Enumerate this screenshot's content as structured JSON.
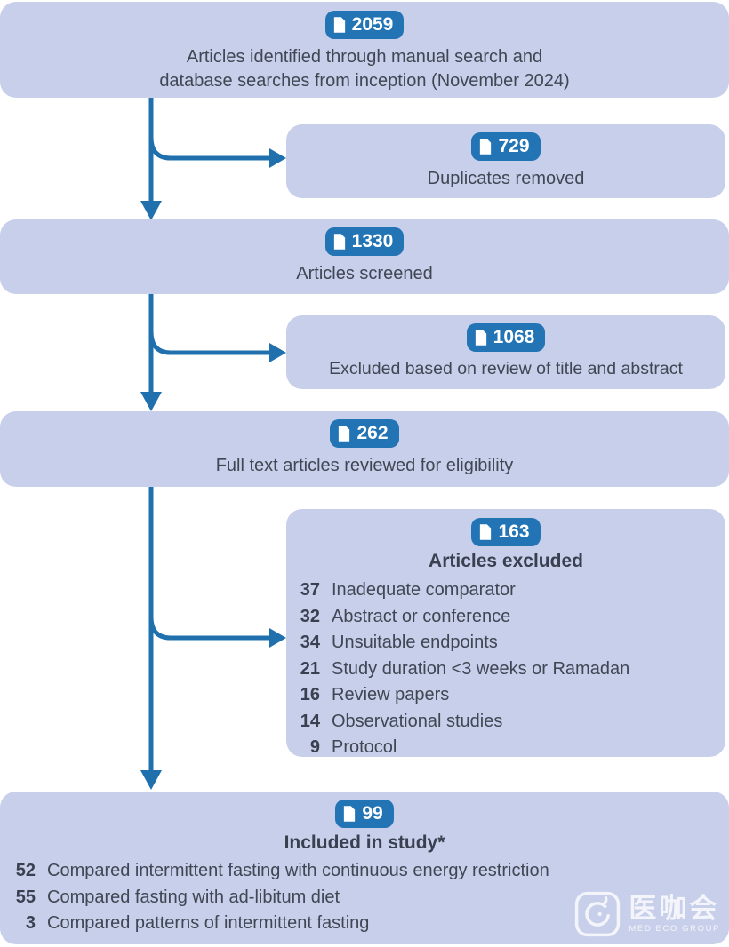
{
  "colors": {
    "box_background": "#c8cfea",
    "badge_background": "#2274b5",
    "arrow": "#1f70ad",
    "body_text": "#3f4754",
    "badge_text": "#ffffff"
  },
  "boxes": {
    "identified": {
      "count": "2059",
      "line1": "Articles identified through manual search and",
      "line2": "database searches from inception (November 2024)"
    },
    "duplicates": {
      "count": "729",
      "line1": "Duplicates removed"
    },
    "screened": {
      "count": "1330",
      "line1": "Articles screened"
    },
    "excluded_title_abstract": {
      "count": "1068",
      "line1": "Excluded based on review of title and abstract"
    },
    "fulltext": {
      "count": "262",
      "line1": "Full text articles reviewed for eligibility"
    },
    "articles_excluded": {
      "count": "163",
      "title": "Articles excluded",
      "items": [
        {
          "n": "37",
          "label": "Inadequate comparator"
        },
        {
          "n": "32",
          "label": "Abstract or conference"
        },
        {
          "n": "34",
          "label": "Unsuitable endpoints"
        },
        {
          "n": "21",
          "label": "Study duration <3 weeks or Ramadan"
        },
        {
          "n": "16",
          "label": "Review papers"
        },
        {
          "n": "14",
          "label": "Observational studies"
        },
        {
          "n": "9",
          "label": "Protocol"
        }
      ]
    },
    "included": {
      "count": "99",
      "title": "Included in study*",
      "items": [
        {
          "n": "52",
          "label": "Compared intermittent fasting with continuous energy restriction"
        },
        {
          "n": "55",
          "label": "Compared fasting with ad-libitum diet"
        },
        {
          "n": "3",
          "label": "Compared patterns of intermittent fasting"
        }
      ]
    }
  },
  "watermark": {
    "cn": "医咖会",
    "en": "MEDIECO GROUP"
  }
}
